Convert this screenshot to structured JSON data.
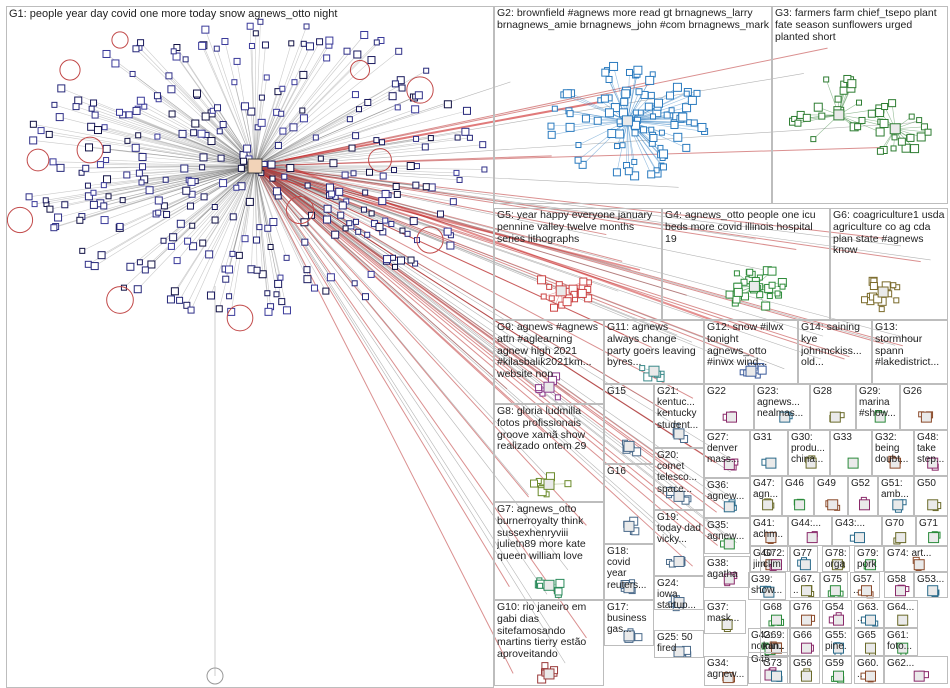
{
  "graph": {
    "groups": [
      {
        "id": "G1",
        "label": "G1: people year day covid one more today snow agnews_otto night"
      },
      {
        "id": "G2",
        "label": "G2: brownfield #agnews more read gt brnagnews_larry brnagnews_amie brnagnews_john #com brnagnews_mark"
      },
      {
        "id": "G3",
        "label": "G3: farmers farm chief_tsepo plant fate season sunflowers urged planted short"
      },
      {
        "id": "G5",
        "label": "G5: year happy everyone january pennine valley twelve months series lithographs"
      },
      {
        "id": "G4",
        "label": "G4: agnews_otto people one icu beds more covid illinois hospital 19"
      },
      {
        "id": "G6",
        "label": "G6: coagriculture1 usda agriculture co ag cda plan state #agnews know"
      },
      {
        "id": "G9",
        "label": "G9: agnews #agnews attn #aglearning agnew high 2021 #kilasbalik2021km... website non"
      },
      {
        "id": "G11",
        "label": "G11: agnews always change party goers leaving byres..."
      },
      {
        "id": "G12",
        "label": "G12: snow #ilwx tonight agnews_otto #inwx wind..."
      },
      {
        "id": "G14",
        "label": "G14: saining kye johnmckiss... old..."
      },
      {
        "id": "G13",
        "label": "G13: stormhour spann #lakedistrict..."
      },
      {
        "id": "G15",
        "label": "G15"
      },
      {
        "id": "G21",
        "label": "G21: kentuc... kentucky student..."
      },
      {
        "id": "G22",
        "label": "G22"
      },
      {
        "id": "G23",
        "label": "G23: agnews... nealmas..."
      },
      {
        "id": "G28",
        "label": "G28"
      },
      {
        "id": "G29",
        "label": "G29: marina #show..."
      },
      {
        "id": "G26",
        "label": "G26"
      },
      {
        "id": "G8",
        "label": "G8: gloria ludmilla fotos profissionais groove xamã show realizado ontem 29"
      },
      {
        "id": "G20",
        "label": "G20: comet telesco... space..."
      },
      {
        "id": "G27",
        "label": "G27: denver mass..."
      },
      {
        "id": "G31",
        "label": "G31"
      },
      {
        "id": "G30",
        "label": "G30: produ... china..."
      },
      {
        "id": "G33",
        "label": "G33"
      },
      {
        "id": "G32",
        "label": "G32: being doubt..."
      },
      {
        "id": "G48",
        "label": "G48: take step..."
      },
      {
        "id": "G16",
        "label": "G16"
      },
      {
        "id": "G36",
        "label": "G36: agnew..."
      },
      {
        "id": "G47",
        "label": "G47: agn..."
      },
      {
        "id": "G46",
        "label": "G46"
      },
      {
        "id": "G49",
        "label": "G49"
      },
      {
        "id": "G52",
        "label": "G52"
      },
      {
        "id": "G51",
        "label": "G51: amb..."
      },
      {
        "id": "G50",
        "label": "G50"
      },
      {
        "id": "G7",
        "label": "G7: agnews_otto burnerroyalty think sussexhenryviii julietn89 more kate queen william love"
      },
      {
        "id": "G19",
        "label": "G19: today dad vicky..."
      },
      {
        "id": "G35",
        "label": "G35: agnew..."
      },
      {
        "id": "G41",
        "label": "G41: achm..."
      },
      {
        "id": "G44",
        "label": "G44:..."
      },
      {
        "id": "G43",
        "label": "G43:..."
      },
      {
        "id": "G70",
        "label": "G70"
      },
      {
        "id": "G71",
        "label": "G71"
      },
      {
        "id": "G18",
        "label": "G18: covid year reuters..."
      },
      {
        "id": "G40",
        "label": "G40: jim"
      },
      {
        "id": "G72",
        "label": "G72: clim"
      },
      {
        "id": "G77",
        "label": "G77"
      },
      {
        "id": "G78",
        "label": "G78: orga..."
      },
      {
        "id": "G79",
        "label": "G79: pork"
      },
      {
        "id": "G74",
        "label": "G74: art..."
      },
      {
        "id": "G24",
        "label": "G24: iowa startup..."
      },
      {
        "id": "G38",
        "label": "G38: agatha"
      },
      {
        "id": "G39",
        "label": "G39: show..."
      },
      {
        "id": "G67",
        "label": "G67..."
      },
      {
        "id": "G75",
        "label": "G75"
      },
      {
        "id": "G57",
        "label": "G57..."
      },
      {
        "id": "G58",
        "label": "G58"
      },
      {
        "id": "G53",
        "label": "G53..."
      },
      {
        "id": "G10",
        "label": "G10: rio janeiro em gabi dias sitefamosando martins tierry estão aproveitando"
      },
      {
        "id": "G17",
        "label": "G17: business gas..."
      },
      {
        "id": "G37",
        "label": "G37: mask..."
      },
      {
        "id": "G68",
        "label": "G68"
      },
      {
        "id": "G76",
        "label": "G76"
      },
      {
        "id": "G54",
        "label": "G54"
      },
      {
        "id": "G63",
        "label": "G63..."
      },
      {
        "id": "G64",
        "label": "G64..."
      },
      {
        "id": "G25",
        "label": "G25: 50 fired"
      },
      {
        "id": "G42",
        "label": "G42: nomin..."
      },
      {
        "id": "G69",
        "label": "G69: kan..."
      },
      {
        "id": "G66",
        "label": "G66"
      },
      {
        "id": "G55",
        "label": "G55: pine..."
      },
      {
        "id": "G65",
        "label": "G65"
      },
      {
        "id": "G61",
        "label": "G61: foto..."
      },
      {
        "id": "G34",
        "label": "G34: agnew..."
      },
      {
        "id": "G45",
        "label": "G45"
      },
      {
        "id": "G73",
        "label": "G73"
      },
      {
        "id": "G56",
        "label": "G56"
      },
      {
        "id": "G59",
        "label": "G59"
      },
      {
        "id": "G60",
        "label": "G60..."
      },
      {
        "id": "G62",
        "label": "G62..."
      }
    ]
  }
}
